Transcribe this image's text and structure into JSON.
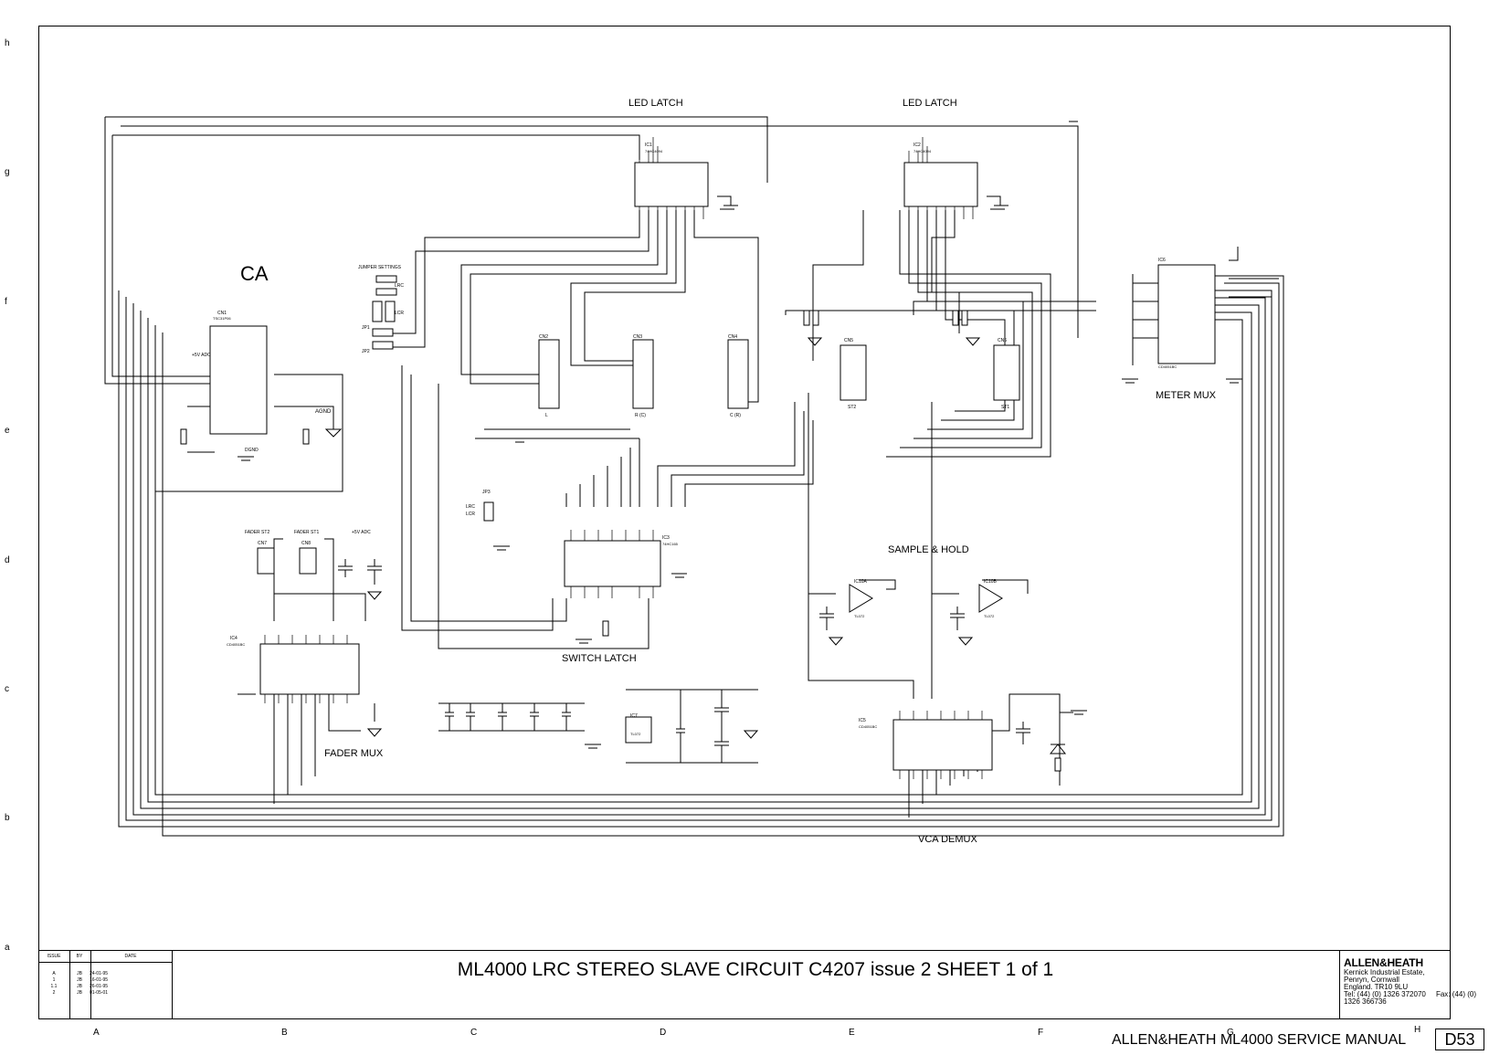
{
  "row_labels": [
    "h",
    "g",
    "f",
    "e",
    "d",
    "c",
    "b",
    "a"
  ],
  "col_labels": [
    "A",
    "B",
    "C",
    "D",
    "E",
    "F",
    "G",
    "H"
  ],
  "section_labels": {
    "led_latch_1": "LED LATCH",
    "led_latch_2": "LED LATCH",
    "ca": "CA",
    "jumper_settings": "JUMPER SETTINGS",
    "lrc": "LRC",
    "lcr": "LCR",
    "jp1": "JP1",
    "jp2": "JP2",
    "jp3": "JP3",
    "lrc_lcr_jp3": "LRC",
    "lcr_jp3": "LCR",
    "meter_mux": "METER MUX",
    "sample_hold": "SAMPLE  & HOLD",
    "switch_latch": "SWITCH LATCH",
    "fader_mux": "FADER MUX",
    "vca_demux": "VCA DEMUX",
    "agnd": "AGND",
    "dgnd": "DGND",
    "plus5v_adc": "+5V ADC",
    "fader_st2": "FADER ST2",
    "fader_st1": "FADER ST1",
    "plus5v_adc2": "+5V ADC"
  },
  "components": {
    "ic1": {
      "ref": "IC1",
      "part": "74HC4094"
    },
    "ic2": {
      "ref": "IC2",
      "part": "74HC4094"
    },
    "ic3": {
      "ref": "IC3",
      "part": "74HC165"
    },
    "ic4": {
      "ref": "IC4",
      "part": "CD4051BC"
    },
    "ic5": {
      "ref": "IC5",
      "part": "CD4051BC"
    },
    "ic6": {
      "ref": "IC6",
      "part": "CD4051BC"
    },
    "ic7": {
      "ref": "IC7",
      "part": "TL072"
    },
    "cn1": {
      "ref": "CN1",
      "part": "TSC31P06"
    },
    "cn2": {
      "ref": "CN2",
      "label": "L"
    },
    "cn3": {
      "ref": "CN3",
      "label": "R (C)"
    },
    "cn4": {
      "ref": "CN4",
      "label": "C (R)"
    },
    "cn5": {
      "ref": "CN5",
      "label": "ST2"
    },
    "cn6": {
      "ref": "CN6",
      "label": "ST1"
    },
    "cn7": {
      "ref": "CN7"
    },
    "cn8": {
      "ref": "CN8"
    },
    "ic10a": {
      "ref": "IC10A",
      "part": "TL072"
    },
    "ic10b": {
      "ref": "IC10B",
      "part": "TL072"
    }
  },
  "title_block": {
    "rev_headers": [
      "ISSUE",
      "BY",
      "DATE"
    ],
    "revisions": [
      [
        "A",
        "JB",
        "24-01-95"
      ],
      [
        "1",
        "JB",
        "16-01-95"
      ],
      [
        "1.1",
        "JB",
        "26-01-95"
      ],
      [
        "2",
        "JB",
        "01-05-01"
      ]
    ],
    "sheet_title": "ML4000 LRC STEREO SLAVE CIRCUIT  C4207 issue 2  SHEET 1 of 1",
    "company_name": "ALLEN&HEATH",
    "address": [
      "Kernick Industrial Estate,",
      "Penryn, Cornwall",
      "England. TR10 9LU"
    ],
    "tel": "Tel: (44) (0) 1326 372070",
    "fax": "Fax: (44) (0) 1326 366736"
  },
  "footer": {
    "manual": "ALLEN&HEATH ML4000 SERVICE MANUAL",
    "page": "D53"
  }
}
